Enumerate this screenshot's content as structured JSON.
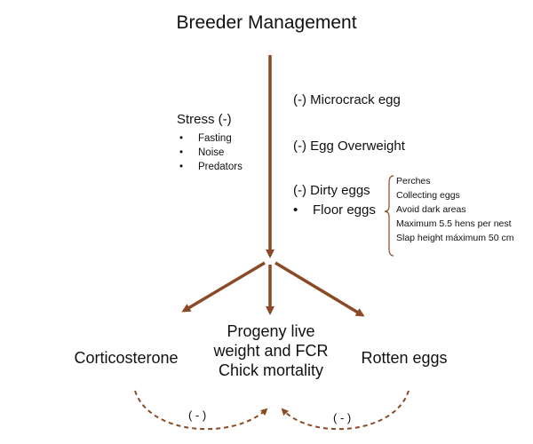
{
  "title": "Breeder Management",
  "stress": {
    "label": "Stress (-)",
    "items": [
      "Fasting",
      "Noise",
      "Predators"
    ]
  },
  "effects": {
    "microcrack": "(-) Microcrack egg",
    "overweight": "(-) Egg Overweight",
    "dirty": "(-) Dirty eggs",
    "floor": "Floor eggs"
  },
  "floor_egg_tips": [
    "Perches",
    "Collecting eggs",
    "Avoid dark areas",
    "Maximum 5.5 hens per nest",
    "Slap height máximum 50 cm"
  ],
  "outcomes": {
    "left": "Corticosterone",
    "center": [
      "Progeny live",
      "weight and FCR",
      "Chick mortality"
    ],
    "right": "Rotten eggs"
  },
  "feedback": {
    "left": "( - )",
    "right": "( - )"
  },
  "colors": {
    "arrow": "#8b4a26",
    "text": "#111111"
  }
}
